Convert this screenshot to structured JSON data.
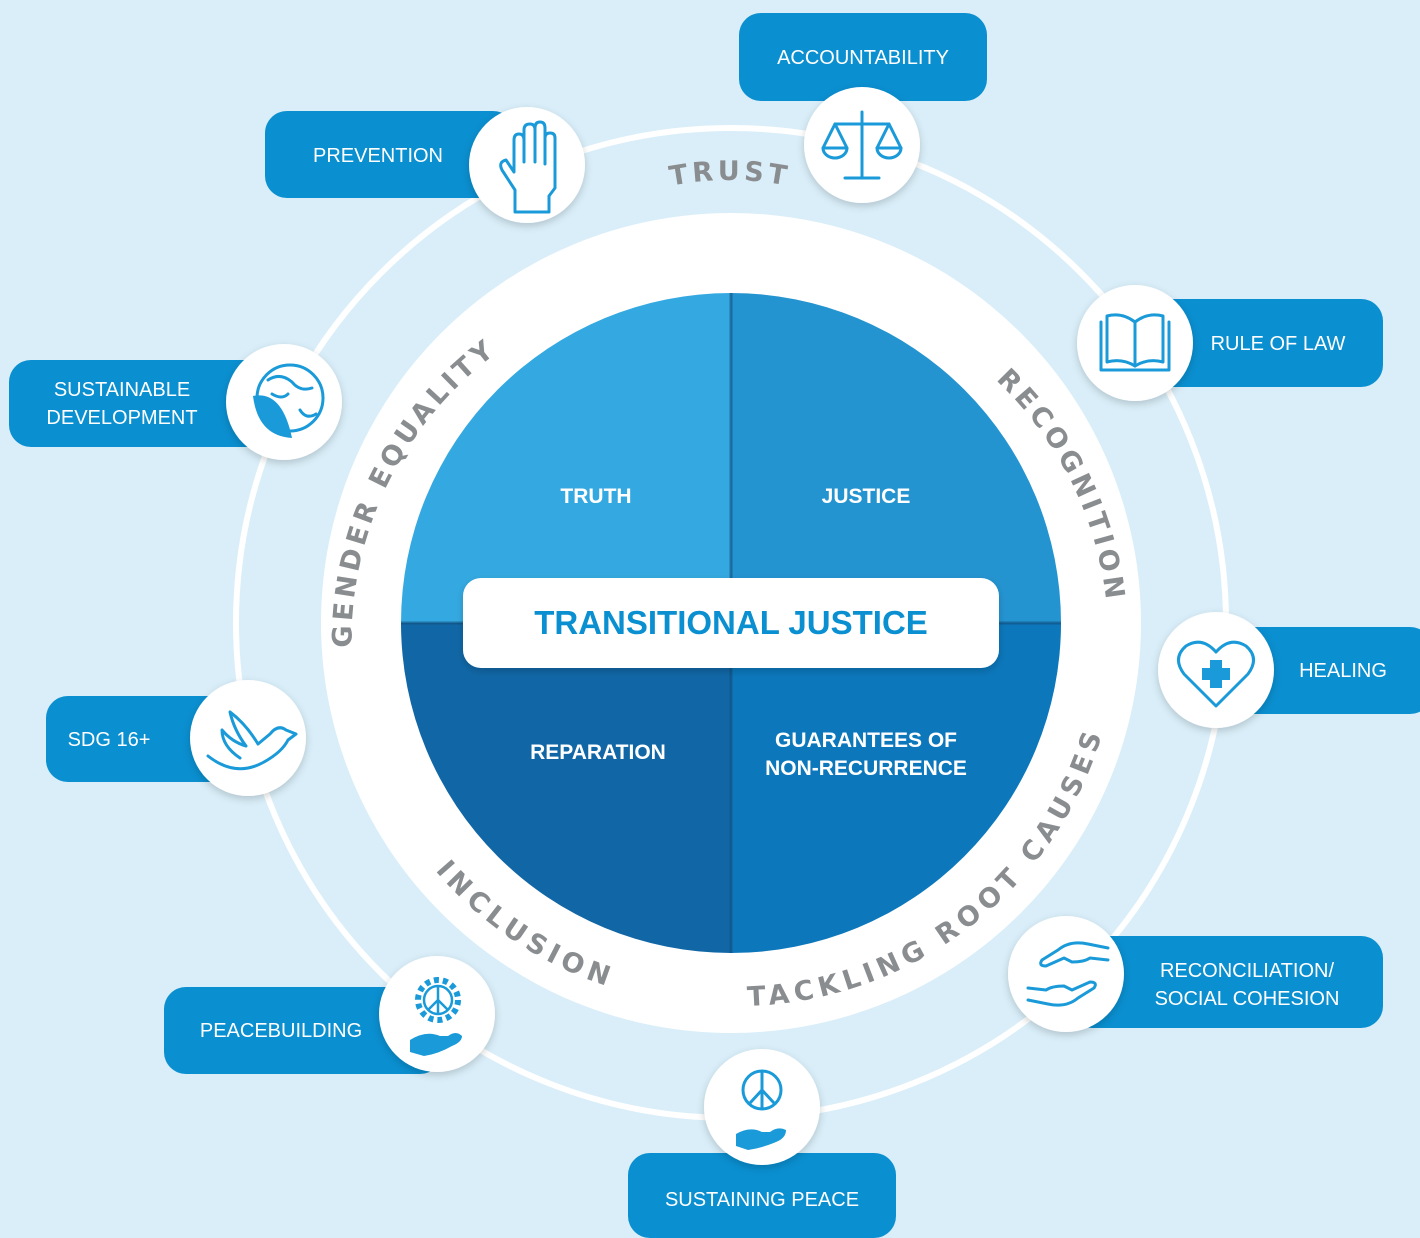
{
  "center": {
    "title": "TRANSITIONAL JUSTICE"
  },
  "quadrants": {
    "truth": "TRUTH",
    "justice": "JUSTICE",
    "reparation": "REPARATION",
    "guarantees_line1": "GUARANTEES OF",
    "guarantees_line2": "NON-RECURRENCE"
  },
  "ring": {
    "trust": "TRUST",
    "recognition": "RECOGNITION",
    "gender_equality": "GENDER EQUALITY",
    "inclusion": "INCLUSION",
    "tackling_root_causes": "TACKLING ROOT CAUSES"
  },
  "pillars": {
    "accountability": {
      "label": "ACCOUNTABILITY",
      "icon": "scales-icon"
    },
    "prevention": {
      "label": "PREVENTION",
      "icon": "raised-hand-icon"
    },
    "rule_of_law": {
      "label": "RULE OF LAW",
      "icon": "open-book-icon"
    },
    "sustainable_development": {
      "line1": "SUSTAINABLE",
      "line2": "DEVELOPMENT",
      "icon": "globe-leaf-icon"
    },
    "healing": {
      "label": "HEALING",
      "icon": "heart-cross-icon"
    },
    "sdg16": {
      "label": "SDG 16+",
      "icon": "dove-icon"
    },
    "reconciliation": {
      "line1": "RECONCILIATION/",
      "line2": "SOCIAL COHESION",
      "icon": "reaching-hands-icon"
    },
    "peacebuilding": {
      "label": "PEACEBUILDING",
      "icon": "peace-gear-hand-icon"
    },
    "sustaining_peace": {
      "label": "SUSTAINING PEACE",
      "icon": "peace-hand-icon"
    }
  },
  "colors": {
    "background": "#d9eef9",
    "pill": "#0a8fd0",
    "truth": "#34a9e1",
    "justice": "#2494d1",
    "reparation": "#1167a6",
    "guarantees": "#0c77bb",
    "ring_text": "#8a8d90"
  }
}
